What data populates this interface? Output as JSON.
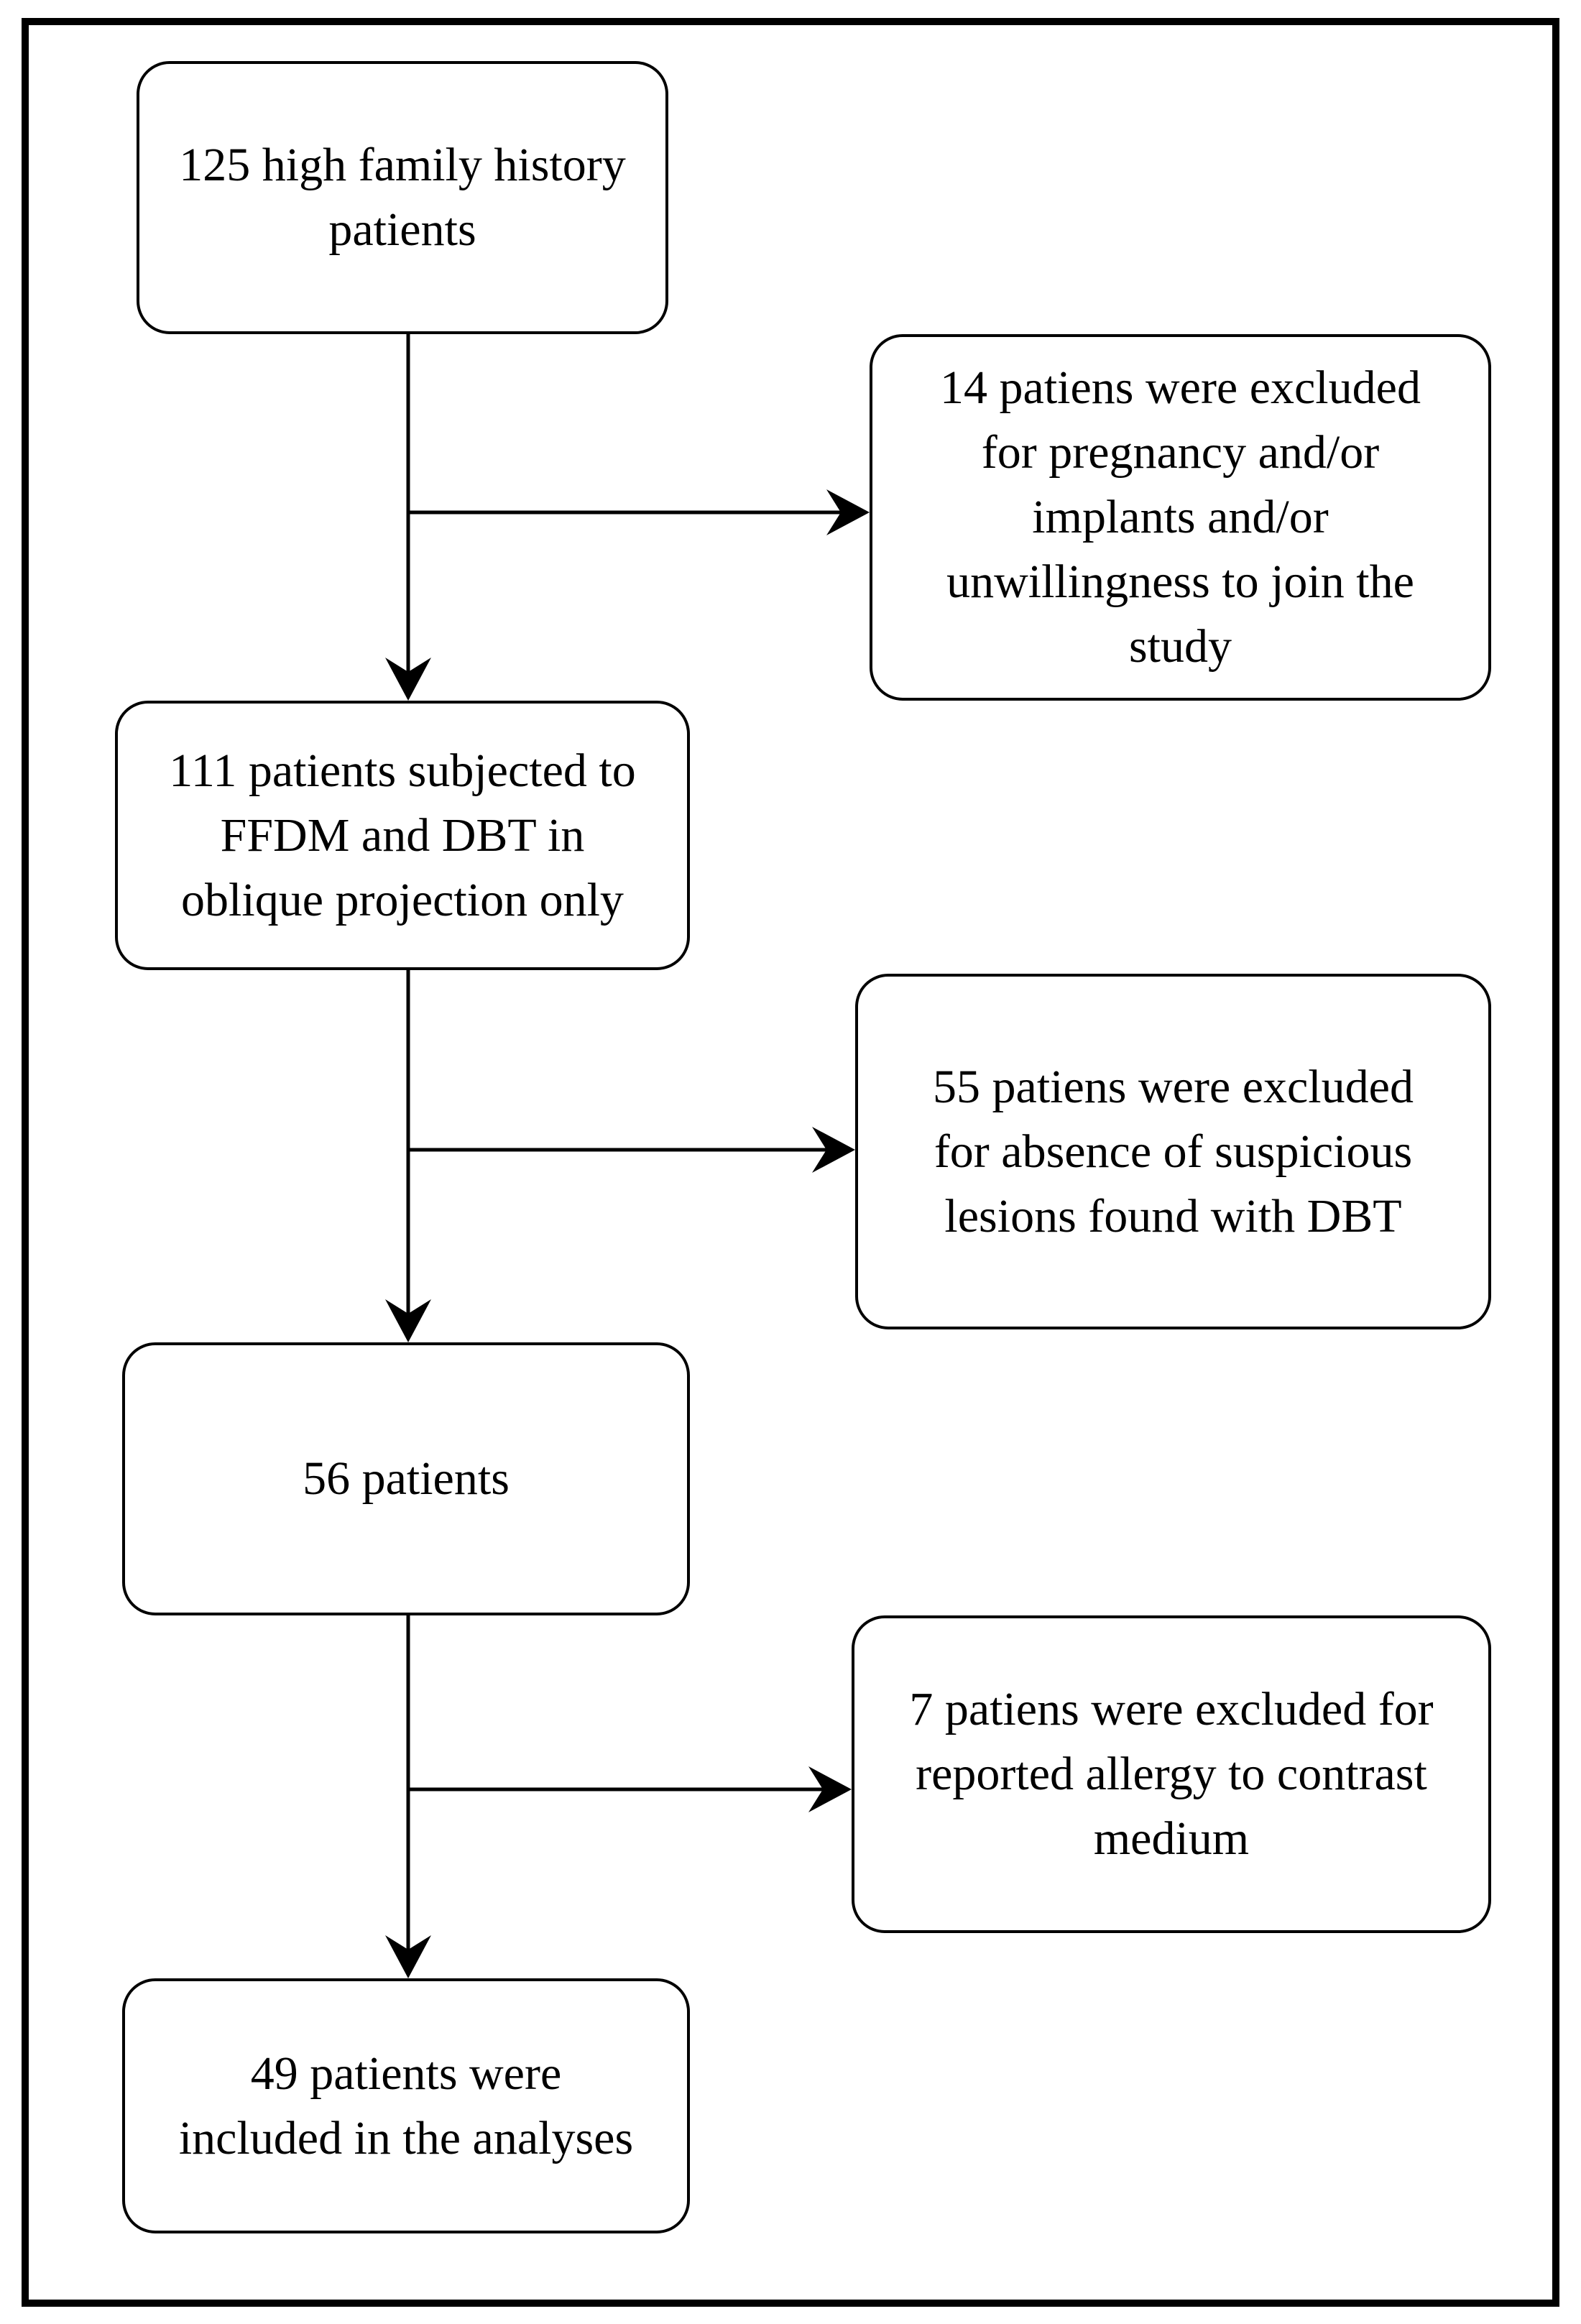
{
  "diagram": {
    "type": "flowchart",
    "boxes": [
      {
        "id": "cohort-125",
        "text": "125 high family history\npatients"
      },
      {
        "id": "excluded-14",
        "text": "14 patiens were excluded\nfor pregnancy and/or\nimplants and/or\nunwillingness to join the\nstudy"
      },
      {
        "id": "cohort-111",
        "text": "111 patients subjected to\nFFDM and DBT in\noblique projection only"
      },
      {
        "id": "excluded-55",
        "text": "55 patiens were excluded\nfor absence of suspicious\nlesions found with DBT"
      },
      {
        "id": "cohort-56",
        "text": "56 patients"
      },
      {
        "id": "excluded-7",
        "text": "7 patiens were excluded for\nreported allergy to contrast\nmedium"
      },
      {
        "id": "included-49",
        "text": "49 patients were\nincluded in the analyses"
      }
    ],
    "edges": [
      {
        "from": "cohort-125",
        "to": "excluded-14"
      },
      {
        "from": "cohort-125",
        "to": "cohort-111"
      },
      {
        "from": "cohort-111",
        "to": "excluded-55"
      },
      {
        "from": "cohort-111",
        "to": "cohort-56"
      },
      {
        "from": "cohort-56",
        "to": "excluded-7"
      },
      {
        "from": "cohort-56",
        "to": "included-49"
      }
    ],
    "colors": {
      "border": "#000000",
      "line": "#000000",
      "text": "#000000",
      "background": "#ffffff"
    }
  }
}
